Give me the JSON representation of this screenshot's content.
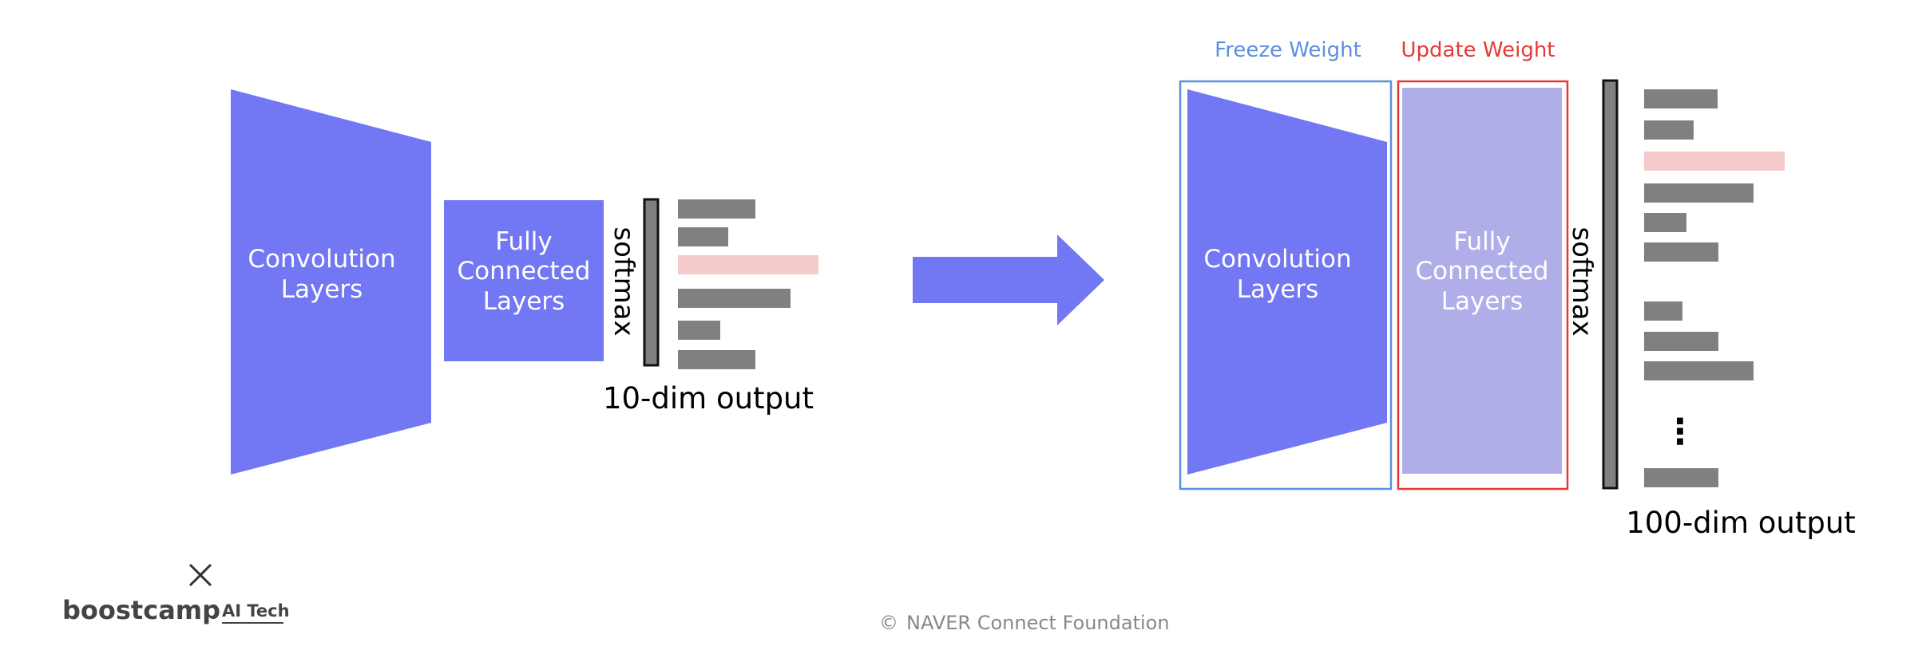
{
  "left_model": {
    "conv_label": [
      "Convolution",
      "Layers"
    ],
    "fc_label": [
      "Fully",
      "Connected",
      "Layers"
    ],
    "softmax_label": "softmax",
    "output_label": "10-dim output",
    "output_bars": [
      0.55,
      0.36,
      1.0,
      0.8,
      0.3,
      0.55
    ],
    "highlight_index": 2
  },
  "right_model": {
    "freeze_label": "Freeze Weight",
    "update_label": "Update Weight",
    "conv_label": [
      "Convolution",
      "Layers"
    ],
    "fc_label": [
      "Fully",
      "Connected",
      "Layers"
    ],
    "softmax_label": "softmax",
    "output_label": "100-dim output",
    "output_bars": [
      0.52,
      0.35,
      1.0,
      0.78,
      0.3,
      0.53,
      0.27,
      0.53,
      0.78,
      0.53
    ],
    "highlight_index": 2,
    "ellipsis": "⋮"
  },
  "colors": {
    "conv": "#7277f3",
    "fc_left": "#7277f3",
    "fc_right": "#b0aee9",
    "arrow": "#7277f3",
    "bar": "#808080",
    "bar_highlight": "#f5caca",
    "freeze_border": "#5b8fe0",
    "update_border": "#e53935"
  },
  "footer": {
    "logo_icon": "x-mark-icon",
    "brand": "boostcamp",
    "brand_sub": "AI Tech",
    "copyright_symbol": "©",
    "copyright_text": "NAVER Connect Foundation"
  }
}
